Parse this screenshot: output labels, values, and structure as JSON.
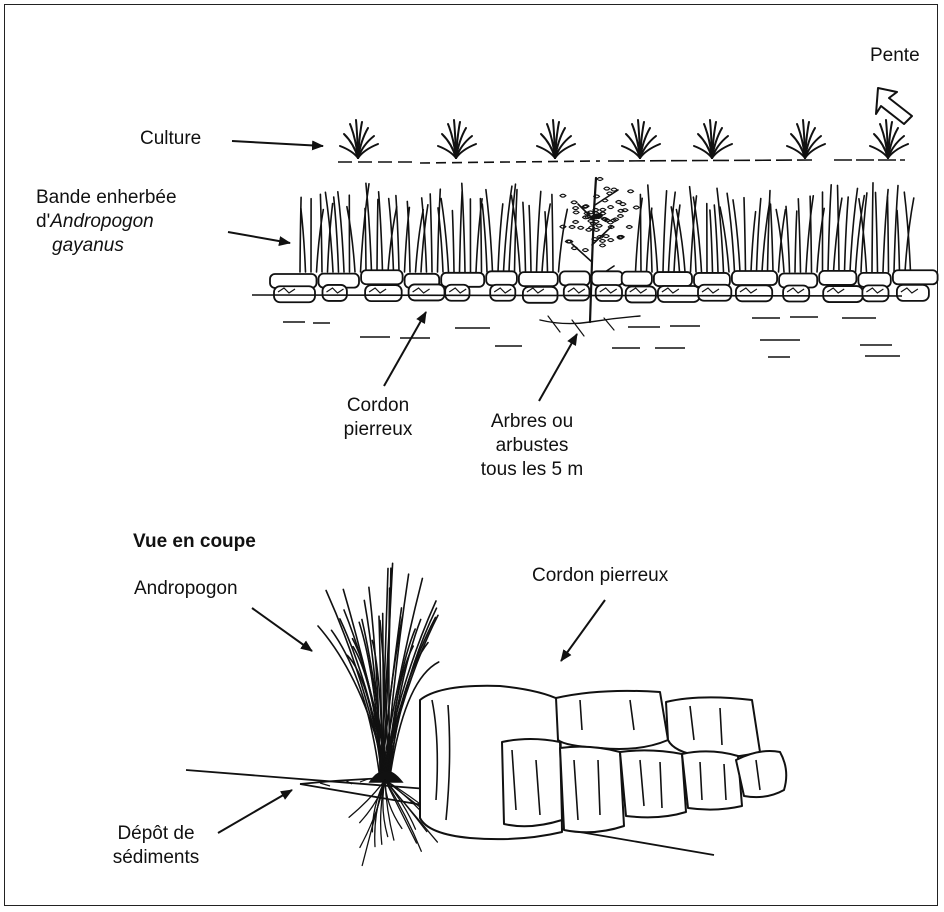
{
  "top": {
    "slope_label": "Pente",
    "crop_label": "Culture",
    "band_line1": "Bande enherbée",
    "band_line2_prefix": "d'",
    "band_line2_italic": "Andropogon",
    "band_line3_italic": "gayanus",
    "stone_line_line1": "Cordon",
    "stone_line_line2": "pierreux",
    "trees_line1": "Arbres ou",
    "trees_line2": "arbustes",
    "trees_line3": "tous les 5 m"
  },
  "section": {
    "title": "Vue en coupe",
    "andropogon_label": "Andropogon",
    "stone_line_label": "Cordon pierreux",
    "sediment_line1": "Dépôt de",
    "sediment_line2": "sédiments"
  }
}
